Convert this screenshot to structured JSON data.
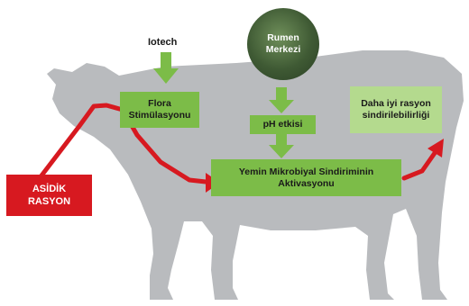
{
  "nodes": {
    "iotech": "Iotech",
    "rumen": "Rumen\nMerkezi",
    "flora": "Flora\nStimülasyonu",
    "ph": "pH etkisi",
    "daha": "Daha iyi rasyon\nsindirilebilirliği",
    "yemin": "Yemin Mikrobiyal Sindiriminin\nAktivasyonu",
    "asidik": "ASİDİK\nRASYON"
  },
  "colors": {
    "green_box": "#7cbc48",
    "light_green_box": "#b4da8e",
    "red": "#d71920",
    "cow_silhouette": "#b9bbbe",
    "arrow_green": "#7cbc48"
  },
  "icons": {
    "cow": "cow-silhouette",
    "arrows": "arrow-down"
  }
}
